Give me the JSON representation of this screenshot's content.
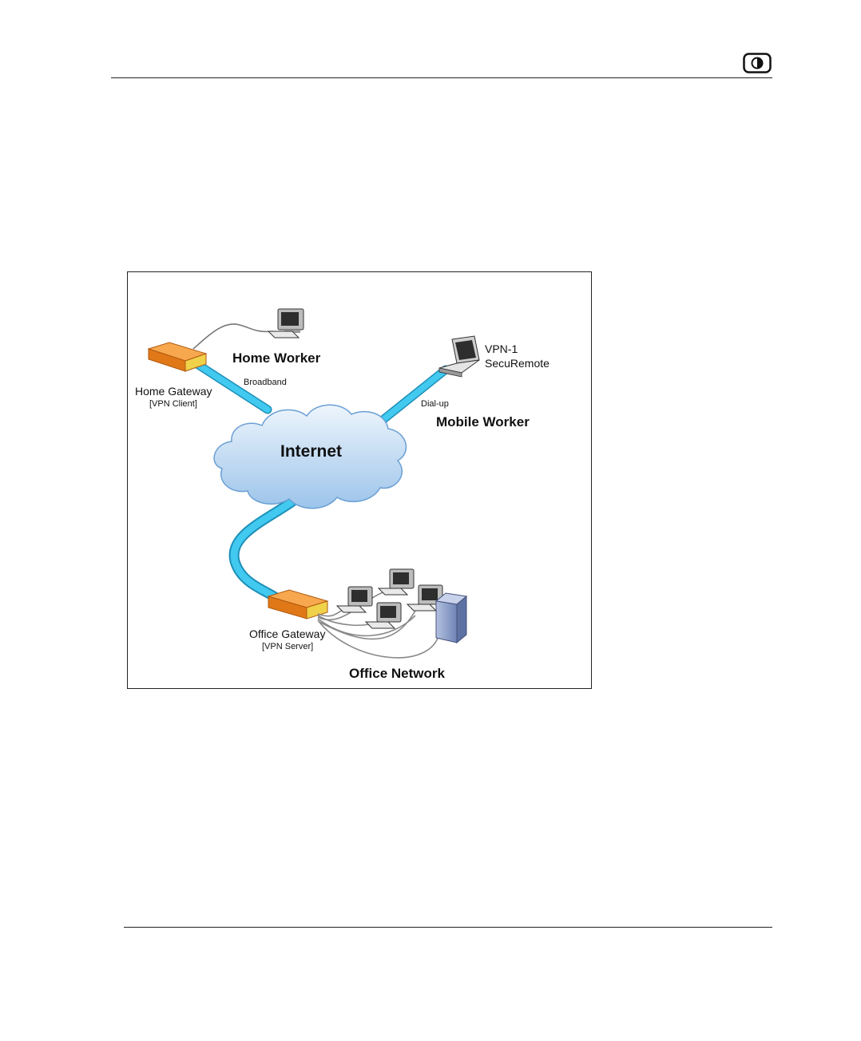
{
  "header": {
    "logo_icon": "circle-half-icon"
  },
  "figure": {
    "internet_label": "Internet",
    "home_worker_label": "Home Worker",
    "broadband_label": "Broadband",
    "home_gateway_label": "Home Gateway",
    "home_gateway_role": "[VPN Client]",
    "vpn_label_line1": "VPN-1",
    "vpn_label_line2": "SecuRemote",
    "dialup_label": "Dial-up",
    "mobile_worker_label": "Mobile Worker",
    "office_gateway_label": "Office Gateway",
    "office_gateway_role": "[VPN Server]",
    "office_network_label": "Office Network"
  },
  "colors": {
    "link": "#37c3ee",
    "gateway": "#f08a24",
    "cloud": "#bcd8f2",
    "server": "#8ea2cc"
  }
}
